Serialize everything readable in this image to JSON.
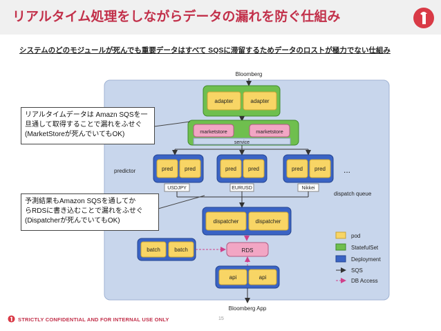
{
  "title": "リアルタイム処理をしながらデータの漏れを防ぐ仕組み",
  "subtitle": "システムのどのモジュールが死んでも重要データはすべて SQSに滞留するためデータのロストが極力でない仕組み",
  "diagram": {
    "source": "Bloomberg",
    "adapters": [
      "adapter",
      "adapter"
    ],
    "marketstores": [
      "marketstore",
      "marketstore"
    ],
    "service": "service",
    "predictor": "predictor",
    "preds": [
      "pred",
      "pred",
      "pred",
      "pred",
      "pred",
      "pred"
    ],
    "ellipsis": "...",
    "queues": [
      "USDJPY",
      "EURUSD",
      "Nikkei"
    ],
    "dispatch_queue": "dispatch queue",
    "dispatchers": [
      "dispatcher",
      "dispatcher"
    ],
    "batches": [
      "batch",
      "batch"
    ],
    "rds": "RDS",
    "apis": [
      "api",
      "api"
    ],
    "sink": "Bloomberg App"
  },
  "legend": {
    "items": [
      "pod",
      "StatefulSet",
      "Deployment",
      "SQS",
      "DB Access"
    ]
  },
  "callouts": {
    "top": [
      "リアルタイムデータは Amazn SQSを一",
      "旦通して取得することで漏れをふせぐ",
      "(MarketStoreが死んでいてもOK)"
    ],
    "bottom": [
      "予測結果もAmazon SQSを通してか",
      "らRDSに書き込むことで漏れをふせぐ",
      "(Dispatcherが死んでいてもOK)"
    ]
  },
  "footer": "STRICTLY CONFIDENTIAL AND FOR INTERNAL USE ONLY",
  "page_number": "15",
  "colors": {
    "title": "#c2304a",
    "pod": "#f8d565",
    "statefulset": "#6fbf4e",
    "deployment": "#3a63c4",
    "cluster": "#c8d6ec",
    "storage": "#f2a6c4"
  }
}
